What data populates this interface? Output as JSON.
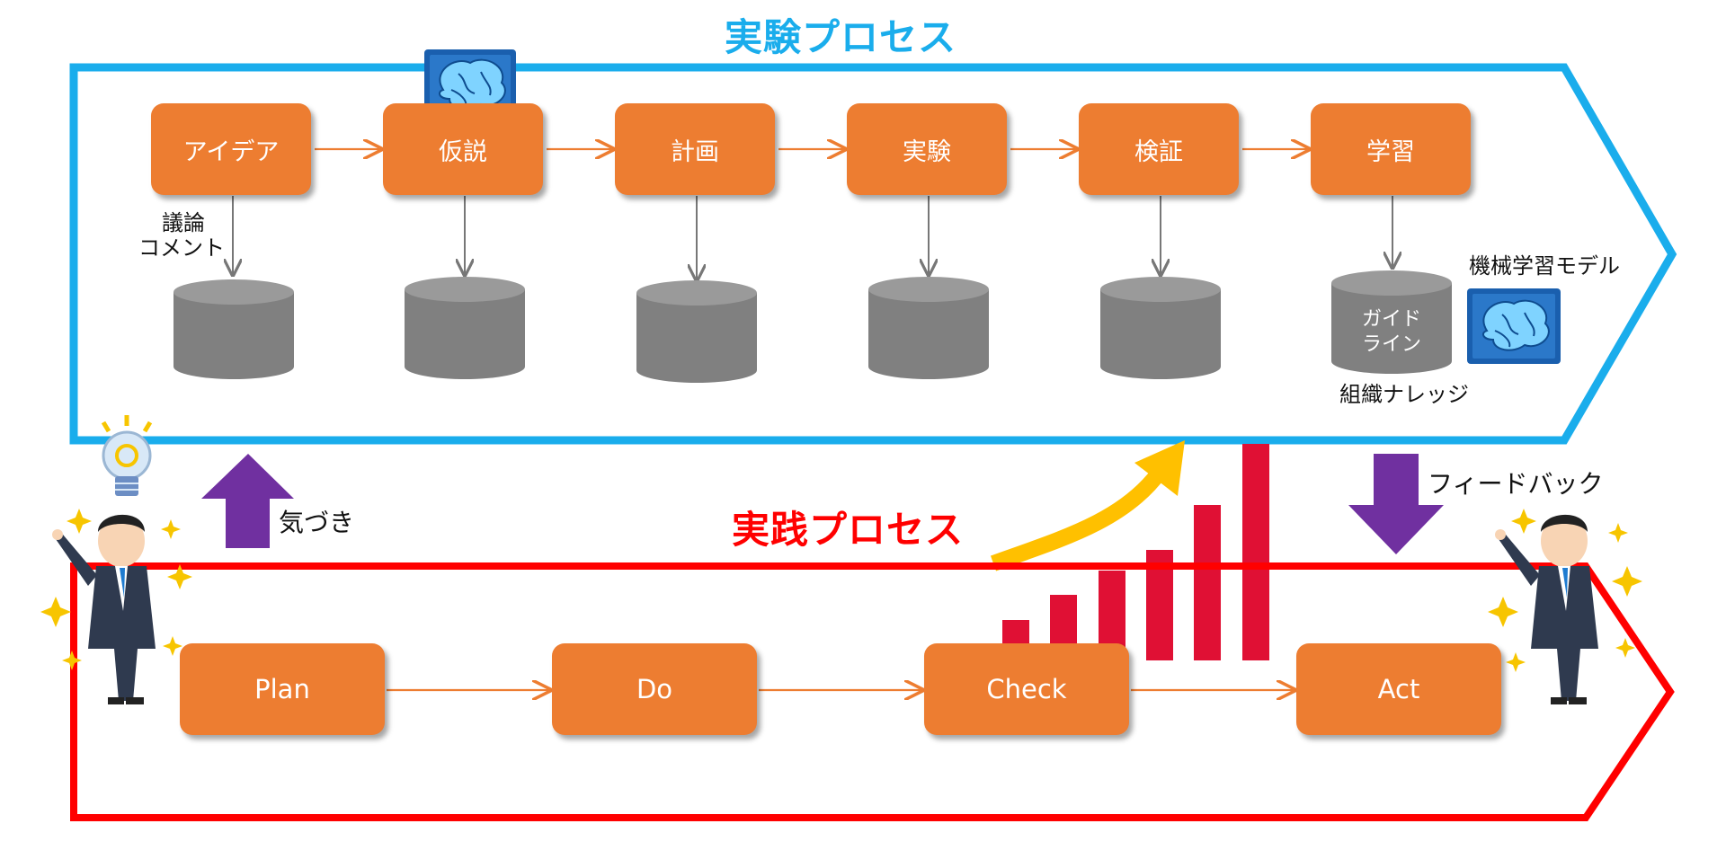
{
  "experiment": {
    "title": "実験プロセス",
    "steps": [
      "アイデア",
      "仮説",
      "計画",
      "実験",
      "検証",
      "学習"
    ],
    "note_discussion": [
      "議論",
      "コメント"
    ],
    "guideline": [
      "ガイド",
      "ライン"
    ],
    "org_knowledge": "組織ナレッジ",
    "ml_model": "機械学習モデル"
  },
  "practice": {
    "title": "実践プロセス",
    "steps": [
      "Plan",
      "Do",
      "Check",
      "Act"
    ]
  },
  "arrows": {
    "up_label": "気づき",
    "down_label": "フィードバック"
  },
  "colors": {
    "experiment_frame": "#1AADEC",
    "practice_frame": "#FF0000",
    "step_fill": "#ED7D31",
    "database": "#808080",
    "transfer_arrow": "#7030A0",
    "growth_bars": "#E01034",
    "growth_arrow": "#FFC000"
  },
  "icons": [
    "brain-chip-icon",
    "light-bulb-icon",
    "businessman-pointing-icon",
    "sparkle-icon"
  ]
}
